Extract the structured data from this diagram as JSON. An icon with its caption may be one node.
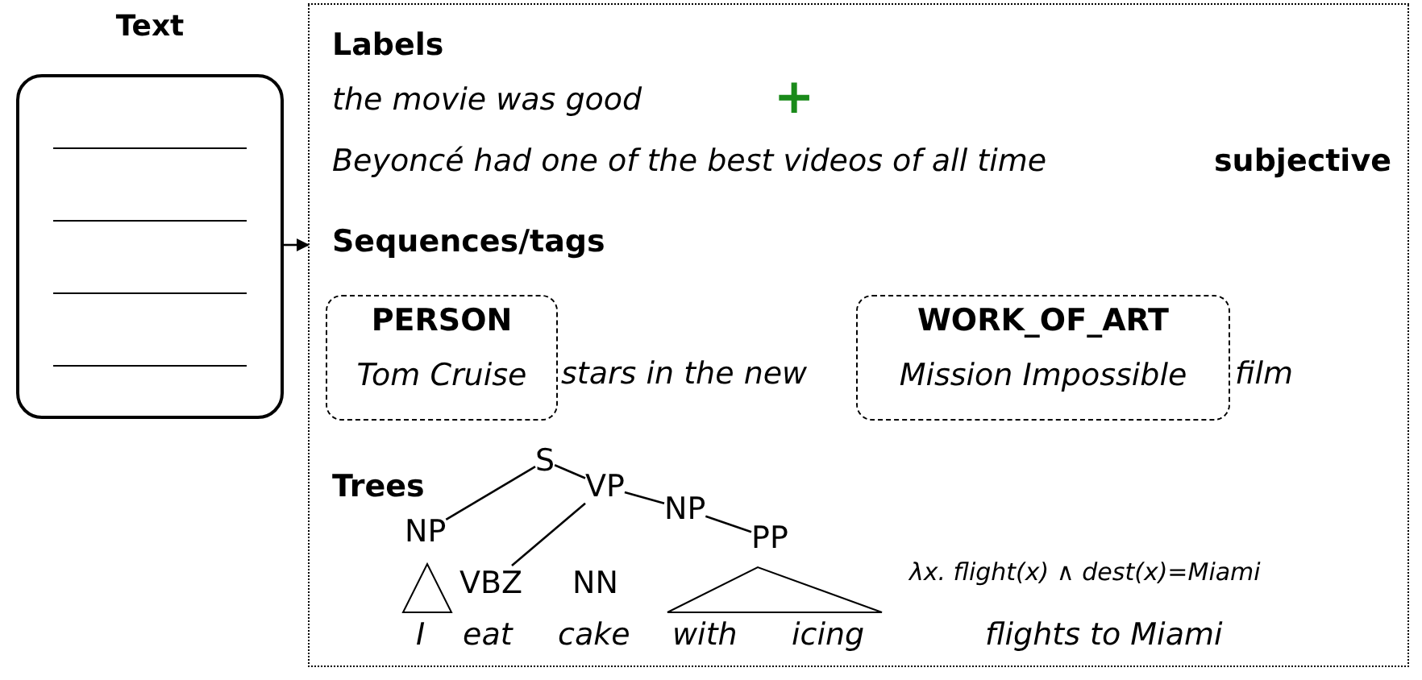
{
  "diagram": {
    "nodes": [
      {
        "text": [
          "Text"
        ]
      },
      {
        "text": [],
        "shape": "box"
      },
      {
        "text": [
          "PERSON",
          "Tom Cruise"
        ],
        "in": 1
      },
      {
        "text": [
          "WORK_OF_ART",
          "Mission Impossible"
        ],
        "in": 1
      },
      {
        "text": [
          "S"
        ],
        "in": 1
      },
      {
        "text": [
          "VP"
        ],
        "in": 1
      },
      {
        "text": [
          "NP"
        ],
        "in": 1
      },
      {
        "text": [
          "PP"
        ],
        "in": 1
      },
      {
        "text": [
          "NP"
        ],
        "in": 1
      },
      {
        "text": [
          "VBZ"
        ],
        "in": 1
      },
      {
        "text": [
          "NN"
        ],
        "in": 1
      }
    ],
    "edges": [
      {
        "from": 0,
        "to": 1,
        "arrow": "to"
      },
      {
        "from": 4,
        "to": 8,
        "arrow": "none"
      },
      {
        "from": 4,
        "to": 5,
        "arrow": "none"
      },
      {
        "from": 5,
        "to": 9,
        "arrow": "none"
      },
      {
        "from": 5,
        "to": 6,
        "arrow": "none"
      },
      {
        "from": 6,
        "to": 7,
        "arrow": "none"
      }
    ],
    "labels": [
      "Labels",
      "the movie was good",
      "+",
      "Beyoncé had one of the best videos of all time",
      "subjective",
      "Sequences/tags",
      "stars in the new",
      "film",
      "Trees",
      "λx. flight(x) ∧ dest(x)=Miami",
      "I",
      "eat",
      "cake",
      "with",
      "icing",
      "flights to Miami"
    ]
  }
}
